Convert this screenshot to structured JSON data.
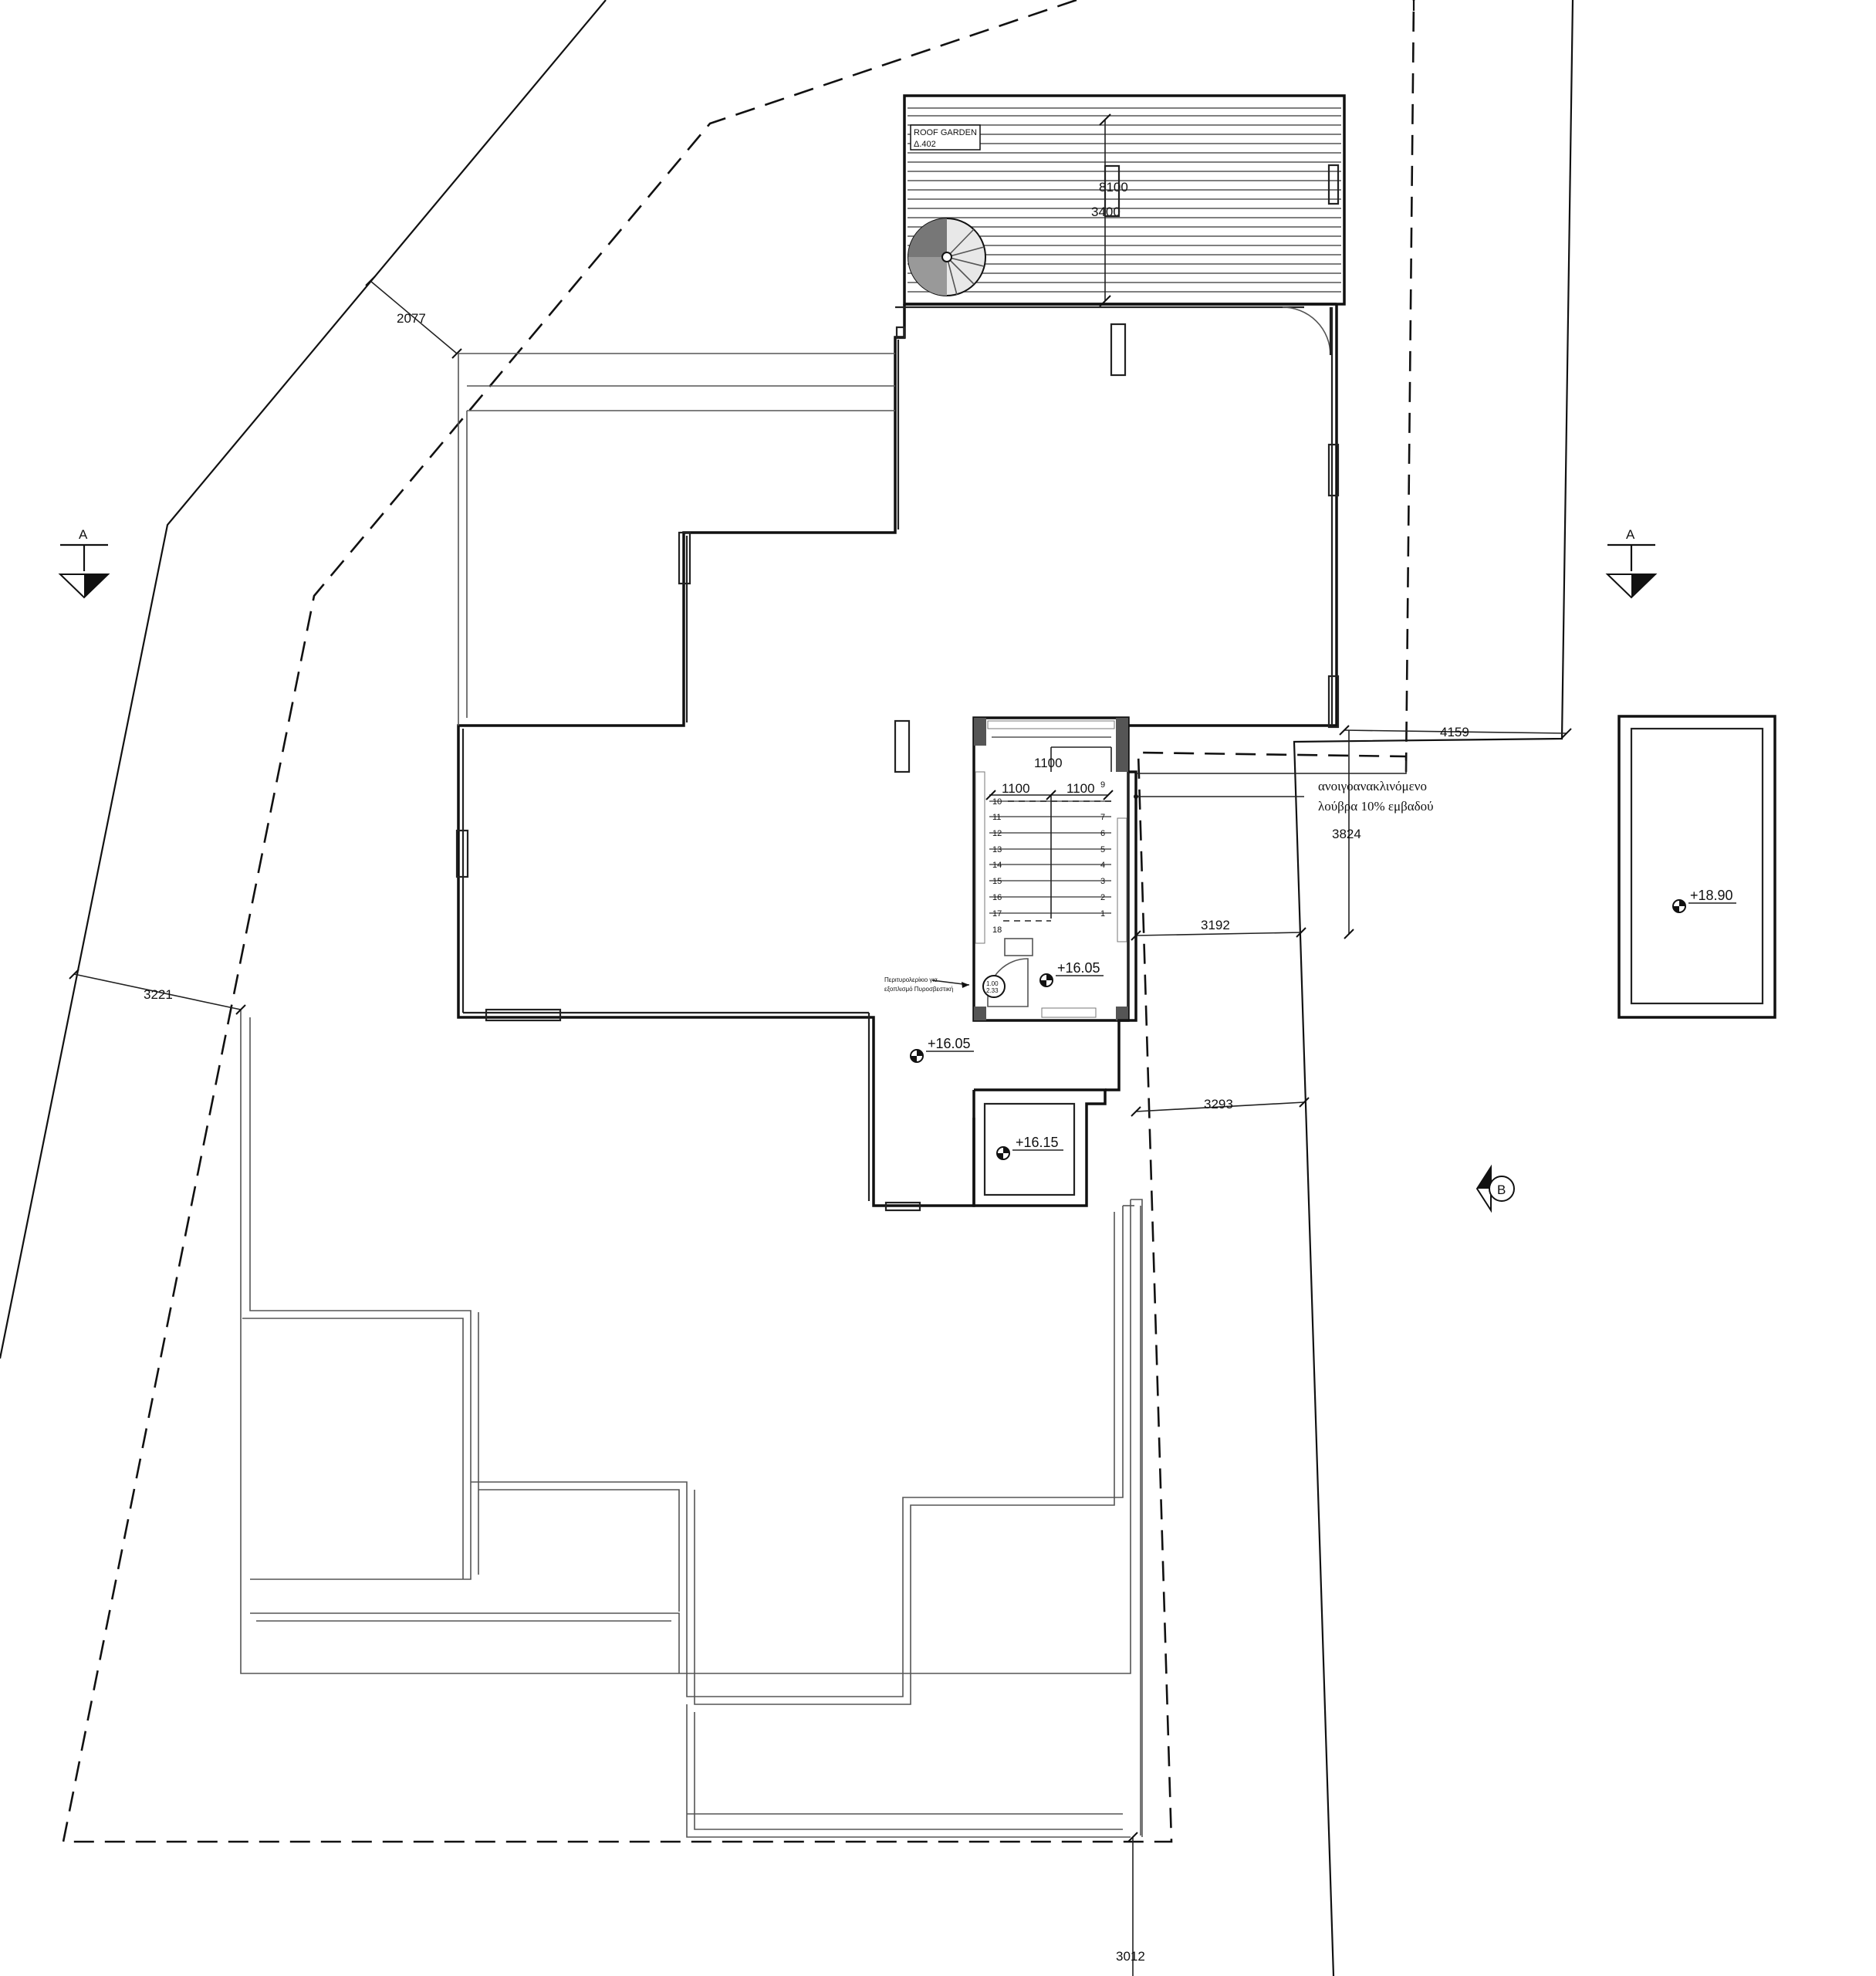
{
  "labels": {
    "roof_garden": "ROOF GARDEN",
    "roof_garden_code": "Δ.402",
    "louvre_line1": "ανοιγοανακλινόμενο",
    "louvre_line2": "λούβρα 10% εμβαδού",
    "extinguisher_line1": "Περιτυρολερίκιο για",
    "extinguisher_line2": "εξοπλισμό Πυροσβεστική",
    "stair_circle_top": "1.00",
    "stair_circle_bottom": "2.33"
  },
  "dimensions": {
    "d8100": "8100",
    "d3400": "3400",
    "d2077": "2077",
    "d3221": "3221",
    "d4159": "4159",
    "d3824": "3824",
    "d3192": "3192",
    "d3293": "3293",
    "d3012": "3012",
    "d1100_top": "1100",
    "d1100_left": "1100",
    "d1100_right": "1100"
  },
  "levels": {
    "stair_landing": "+16.05",
    "terrace": "+16.05",
    "shaft": "+16.15",
    "annex": "+18.90"
  },
  "section_marks": {
    "left": "A",
    "right": "A",
    "b": "B"
  },
  "stair_steps": {
    "up_flight": [
      "9",
      "7",
      "6",
      "5",
      "4",
      "3",
      "2",
      "1"
    ],
    "down_flight": [
      "10",
      "11",
      "12",
      "13",
      "14",
      "15",
      "16",
      "17",
      "18"
    ]
  }
}
